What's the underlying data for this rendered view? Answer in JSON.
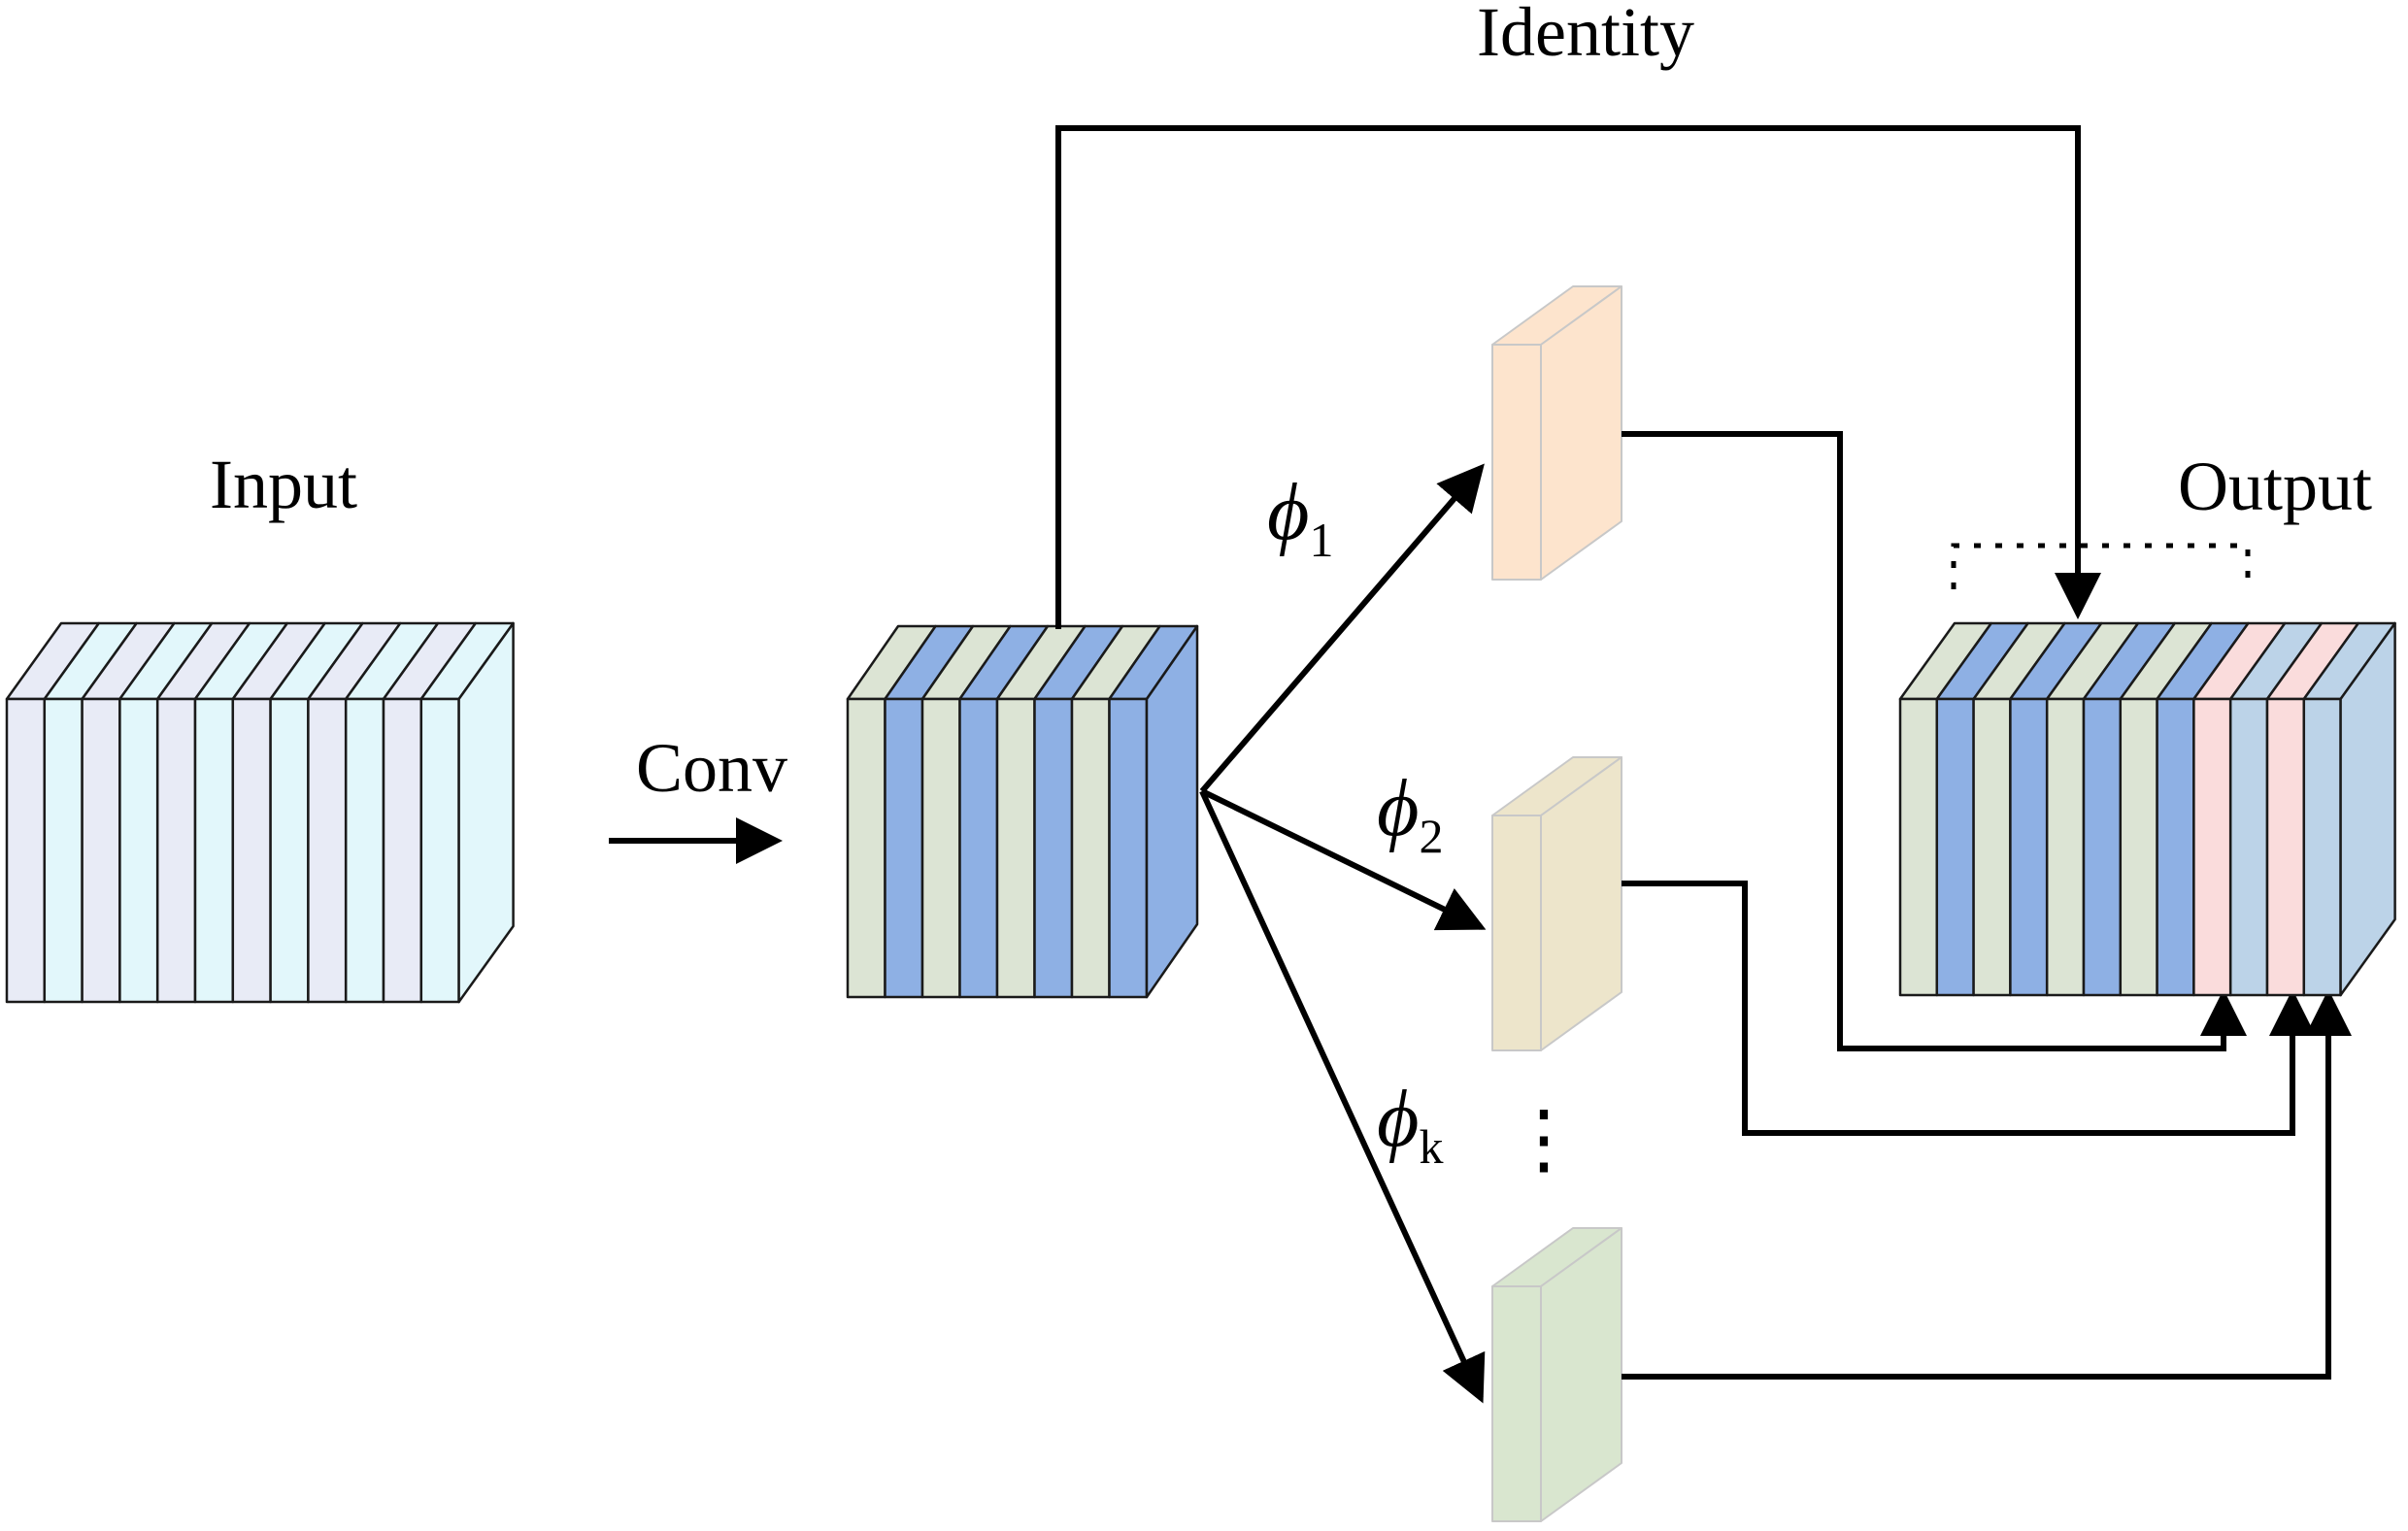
{
  "labels": {
    "input": "Input",
    "conv": "Conv",
    "identity": "Identity",
    "output": "Output",
    "phi_symbol": "ϕ",
    "phi_1_sub": "1",
    "phi_2_sub": "2",
    "phi_k_sub": "k",
    "ellipsis": "⋮"
  },
  "colors": {
    "input_slice_a": "#e8ebf6",
    "input_slice_b": "#e2f7fb",
    "intrinsic_green": "#dce4d4",
    "intrinsic_blue": "#8eb0e4",
    "ghost_orange": "#fde4cd",
    "ghost_tan": "#ede5cb",
    "ghost_green": "#d9e6cf",
    "output_pink": "#fadcdc",
    "output_lightblue": "#bcd3e8"
  }
}
